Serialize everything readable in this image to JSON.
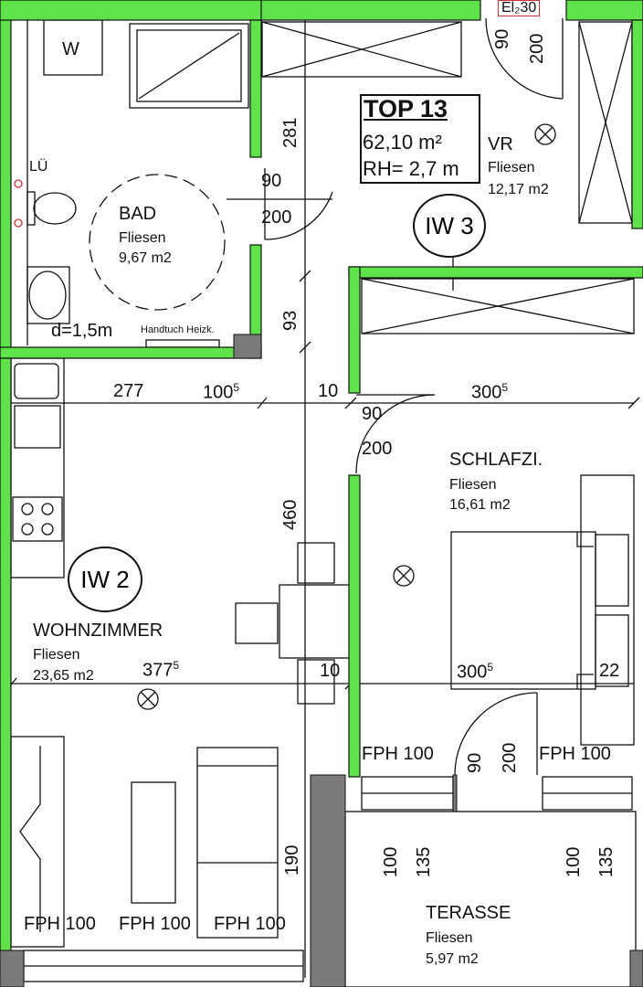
{
  "header": {
    "unit": "TOP 13",
    "area": "62,10 m²",
    "room_height": "RH= 2,7 m"
  },
  "stamp": {
    "label": "El₂30"
  },
  "partition_tags": [
    {
      "label": "IW 3"
    },
    {
      "label": "IW 2"
    }
  ],
  "rooms": {
    "bad": {
      "name": "BAD",
      "floor": "Fliesen",
      "area": "9,67 m2",
      "turn_radius": "d=1,5m",
      "heater": "Handtuch Heizk.",
      "fan": "LÜ",
      "washer": "W"
    },
    "vr": {
      "name": "VR",
      "floor": "Fliesen",
      "area": "12,17 m2"
    },
    "schlafzi": {
      "name": "SCHLAFZI.",
      "floor": "Fliesen",
      "area": "16,61 m2"
    },
    "wohnzimmer": {
      "name": "WOHNZIMMER",
      "floor": "Fliesen",
      "area": "23,65 m2"
    },
    "terasse": {
      "name": "TERASSE",
      "floor": "Fliesen",
      "area": "5,97 m2"
    }
  },
  "dimensions": {
    "d281": "281",
    "d93": "93",
    "d460": "460",
    "d190": "190",
    "d277": "277",
    "d100_5": "100",
    "d10a": "10",
    "d300_5a": "300",
    "d377_5": "377",
    "d10b": "10",
    "d300_5b": "300",
    "d22": "22",
    "sup5": "5"
  },
  "doors": {
    "bad": {
      "w": "90",
      "h": "200"
    },
    "entry": {
      "w": "90",
      "h": "200"
    },
    "schlaf": {
      "w": "90",
      "h": "200"
    },
    "terrace": {
      "w": "90",
      "h": "200"
    }
  },
  "windows": {
    "fph_left1": "FPH 100",
    "fph_left2": "FPH 100",
    "fph_left3": "FPH 100",
    "fph_mid": "FPH 100",
    "fph_right": "FPH 100",
    "sill_left_a": "100",
    "sill_left_b": "135",
    "sill_right_a": "100",
    "sill_right_b": "135"
  },
  "colors": {
    "wall_green": "#5fe24a",
    "line": "#111111",
    "column_gray": "#7a7a7a"
  }
}
